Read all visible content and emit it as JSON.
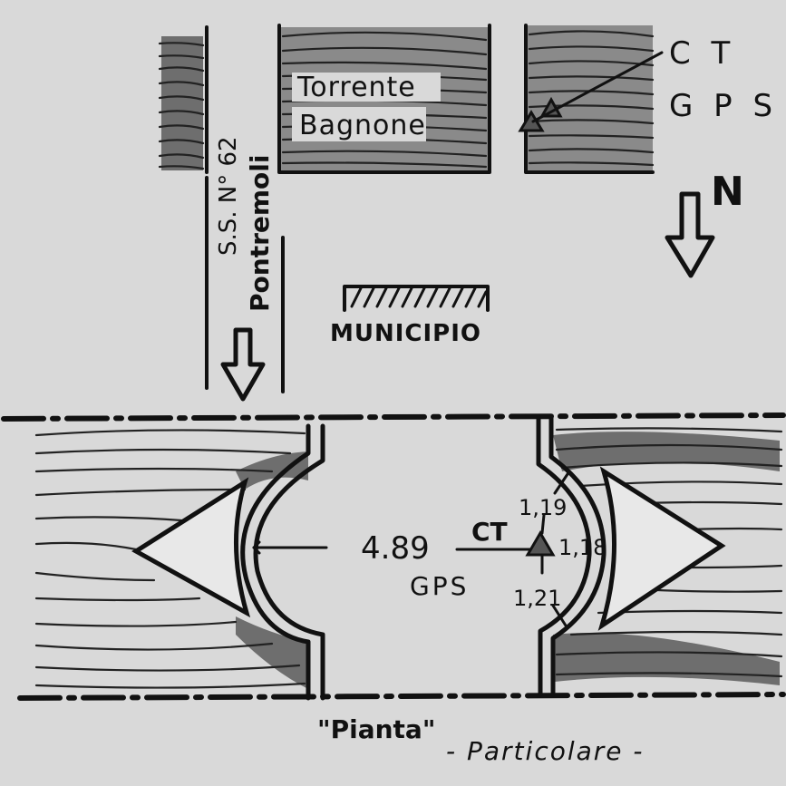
{
  "top_plan": {
    "river_label_line1": "Torrente",
    "river_label_line2": "Bagnone",
    "road_label_line1": "S.S. N° 62",
    "road_label_line2": "Pontremoli",
    "benchmark_ct": "C T",
    "benchmark_gps": "G P S",
    "north_letter": "N",
    "building_label": "MUNICIPIO"
  },
  "detail_plan": {
    "width_measure": "4.89",
    "ct_label": "CT",
    "gps_label": "GPS",
    "offset_top": "1,19",
    "offset_right": "1,18",
    "offset_bottom": "1,21",
    "title": "\"Pianta\"",
    "subtitle": "- Particolare -"
  },
  "colors": {
    "paper": "#d9d9d9",
    "ink": "#111111",
    "wood_grain": "#6e6e6e",
    "pier_fill": "#e8e8e8"
  }
}
